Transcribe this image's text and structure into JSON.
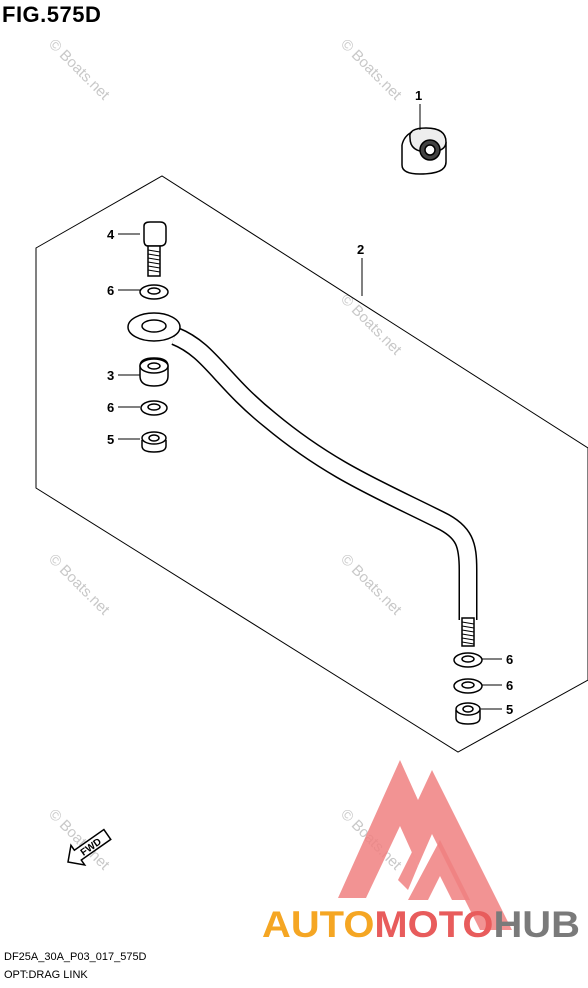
{
  "figure": {
    "title": "FIG.575D"
  },
  "callouts": [
    {
      "id": "c1",
      "label": "1"
    },
    {
      "id": "c2",
      "label": "2"
    },
    {
      "id": "c3",
      "label": "3"
    },
    {
      "id": "c4",
      "label": "4"
    },
    {
      "id": "c5a",
      "label": "5"
    },
    {
      "id": "c5b",
      "label": "5"
    },
    {
      "id": "c6a",
      "label": "6"
    },
    {
      "id": "c6b",
      "label": "6"
    },
    {
      "id": "c6c",
      "label": "6"
    },
    {
      "id": "c6d",
      "label": "6"
    }
  ],
  "watermark": {
    "text": "© Boats.net"
  },
  "fwd_arrow": {
    "label": "FWD"
  },
  "logo": {
    "text": "AUTOMOTOHUB",
    "part1": "AUTO",
    "part2": "MOTO",
    "part3": "HUB",
    "color_triangle": "#f08080",
    "color_auto": "#f5a623",
    "color_moto": "#e85c5c",
    "color_hub": "#7a7a7a"
  },
  "caption": {
    "line1": "DF25A_30A_P03_017_575D",
    "line2": "OPT:DRAG LINK"
  }
}
